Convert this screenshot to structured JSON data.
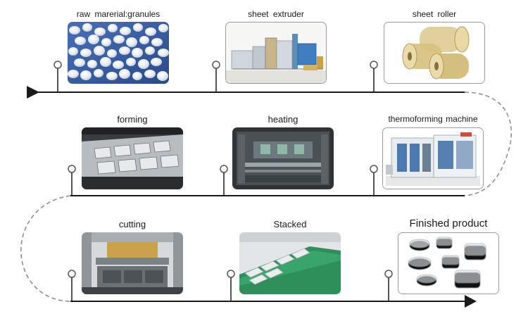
{
  "steps": [
    {
      "label": "raw marerial:granules"
    },
    {
      "label": "sheet  extruder"
    },
    {
      "label": "sheet  roller"
    },
    {
      "label": "forming"
    },
    {
      "label": "heating"
    },
    {
      "label": "thermoforming  machine"
    },
    {
      "label": "cutting"
    },
    {
      "label": "Stacked"
    },
    {
      "label": "Finished product"
    }
  ],
  "colors": {
    "line": "#1a1a1a",
    "dashed": "#8a8a8a",
    "node": "#555555"
  }
}
